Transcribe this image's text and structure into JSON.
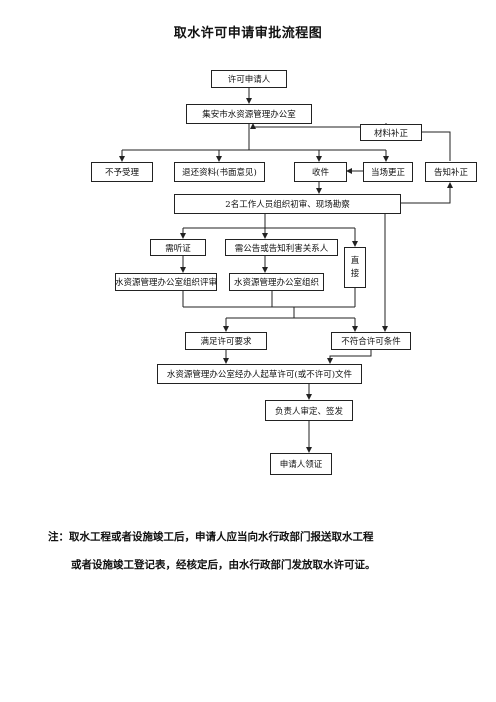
{
  "title": "取水许可申请审批流程图",
  "nodes": {
    "applicant": "许可申请人",
    "office": "集安市水资源管理办公室",
    "supplement": "材料补正",
    "reject": "不予受理",
    "return_materials": "退还资料(书面意见)",
    "receive": "收件",
    "on_site_correct": "当场更正",
    "notify_correct": "告知补正",
    "review": "2名工作人员组织初审、现场勘察",
    "hearing": "需听证",
    "announce": "需公告或告知利害关系人",
    "direct_1": "直",
    "direct_2": "接",
    "org_review": "水资源管理办公室组织评审",
    "org_organize": "水资源管理办公室组织",
    "meets": "满足许可要求",
    "not_meets": "不符合许可条件",
    "draft": "水资源管理办公室经办人起草许可(或不许可)文件",
    "sign": "负责人审定、签发",
    "collect": "申请人领证"
  },
  "note": {
    "label": "注：",
    "line1": "取水工程或者设施竣工后，申请人应当向水行政部门报送取水工程",
    "line2": "或者设施竣工登记表，经核定后，由水行政部门发放取水许可证。"
  }
}
